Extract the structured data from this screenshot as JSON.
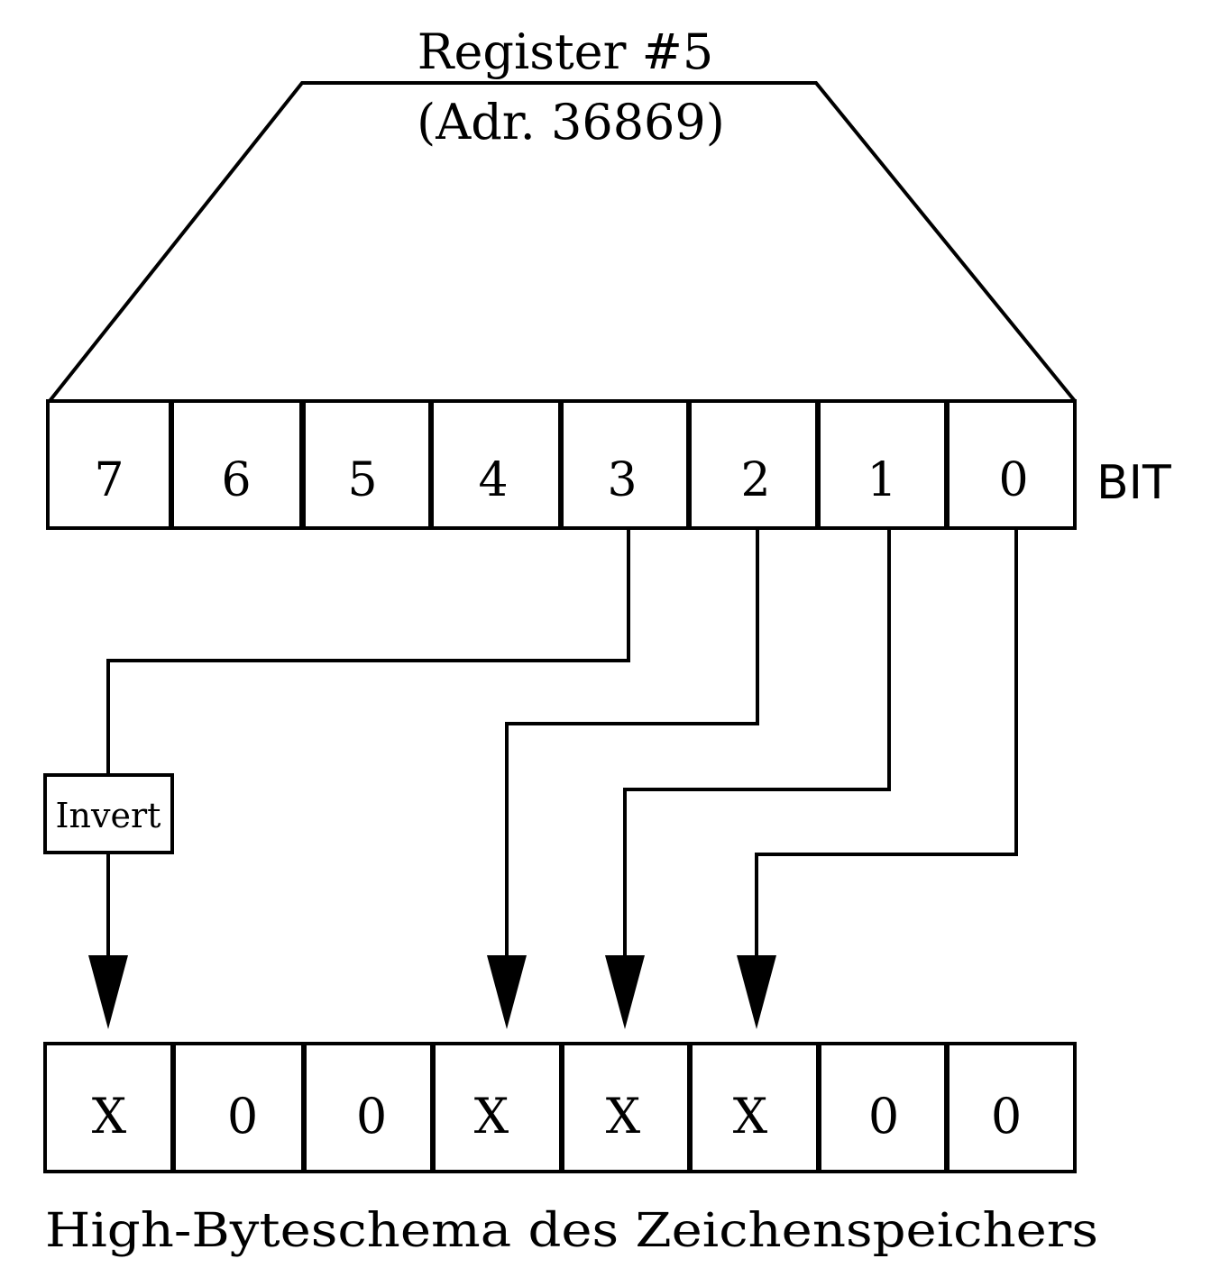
{
  "register": {
    "title": "Register #5",
    "address": "(Adr. 36869)"
  },
  "bit_label": "BIT",
  "register_bits": [
    "7",
    "6",
    "5",
    "4",
    "3",
    "2",
    "1",
    "0"
  ],
  "invert_label": "Invert",
  "high_byte_cells": [
    "X",
    "0",
    "0",
    "X",
    "X",
    "X",
    "0",
    "0"
  ],
  "caption": "High-Byteschema des Zeichenspeichers",
  "colors": {
    "ink": "#000000",
    "paper": "#ffffff"
  }
}
